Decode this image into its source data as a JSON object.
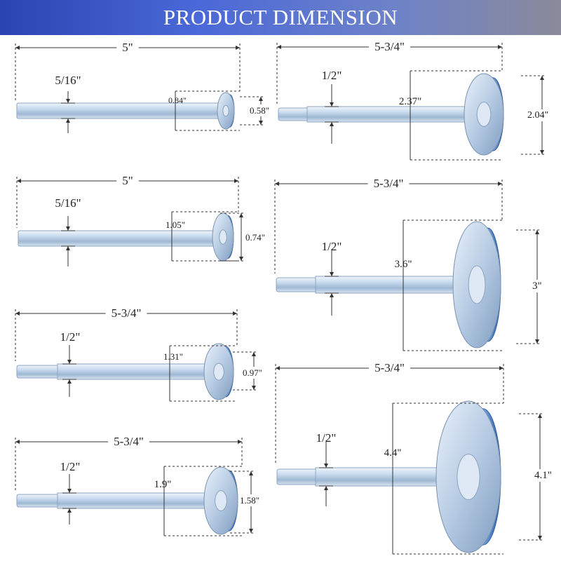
{
  "header": {
    "title": "PRODUCT DIMENSION"
  },
  "items": [
    {
      "length": "5\"",
      "diameter": "5/16\"",
      "flange_height": "0.84\"",
      "flange_width": "0.58\""
    },
    {
      "length": "5\"",
      "diameter": "5/16\"",
      "flange_height": "1.05\"",
      "flange_width": "0.74\""
    },
    {
      "length": "5-3/4\"",
      "diameter": "1/2\"",
      "flange_height": "1.31\"",
      "flange_width": "0.97\""
    },
    {
      "length": "5-3/4\"",
      "diameter": "1/2\"",
      "flange_height": "1.9\"",
      "flange_width": "1.58\""
    },
    {
      "length": "5-3/4\"",
      "diameter": "1/2\"",
      "flange_height": "2.37\"",
      "flange_width": "2.04\""
    },
    {
      "length": "5-3/4\"",
      "diameter": "1/2\"",
      "flange_height": "3.6\"",
      "flange_width": "3\""
    },
    {
      "length": "5-3/4\"",
      "diameter": "1/2\"",
      "flange_height": "4.4\"",
      "flange_width": "4.1\""
    }
  ],
  "colors": {
    "banner_start": "#2b45b0",
    "banner_end": "#8a8a99",
    "shaft": "#b9d0e6",
    "disc": "#5a8fd0"
  }
}
